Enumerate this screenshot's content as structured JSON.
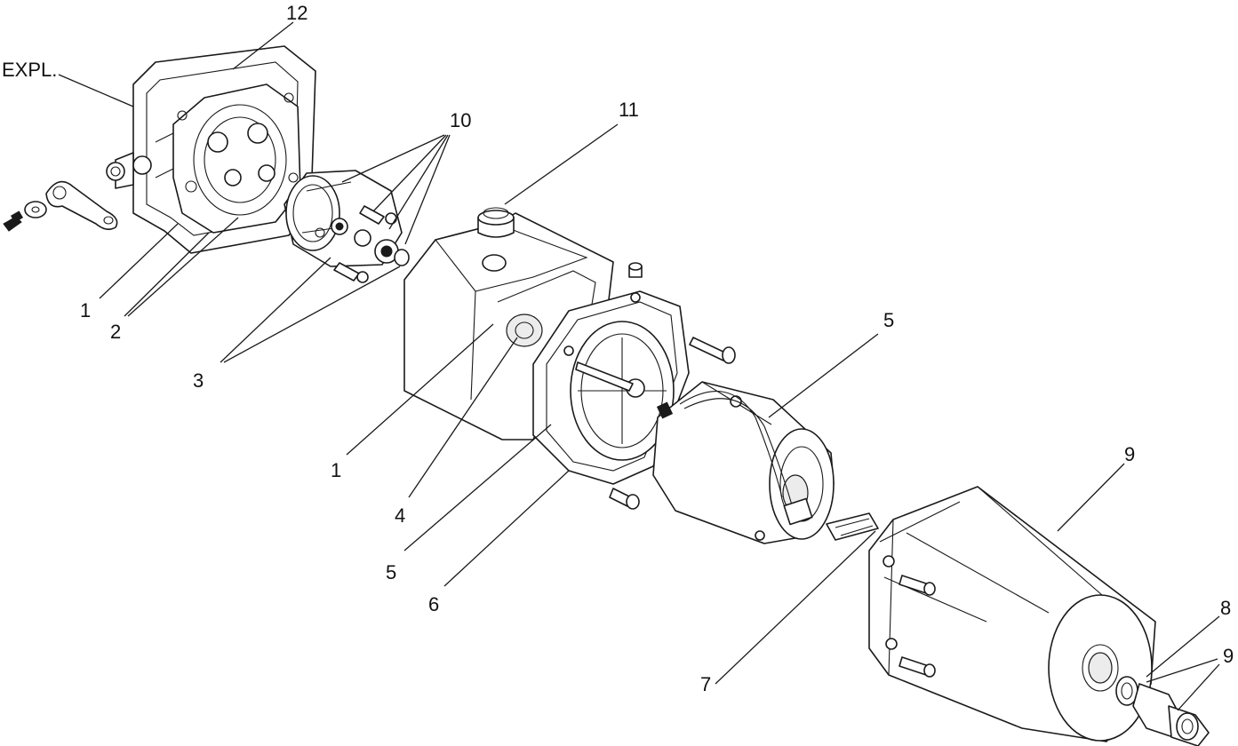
{
  "labels": {
    "expl": "EXPL.",
    "l12": "12",
    "l10": "10",
    "l11": "11",
    "l1a": "1",
    "l2": "2",
    "l3": "3",
    "l1b": "1",
    "l4": "4",
    "l5a": "5",
    "l5b": "5",
    "l6": "6",
    "l7": "7",
    "l8": "8",
    "l9a": "9",
    "l9b": "9"
  }
}
